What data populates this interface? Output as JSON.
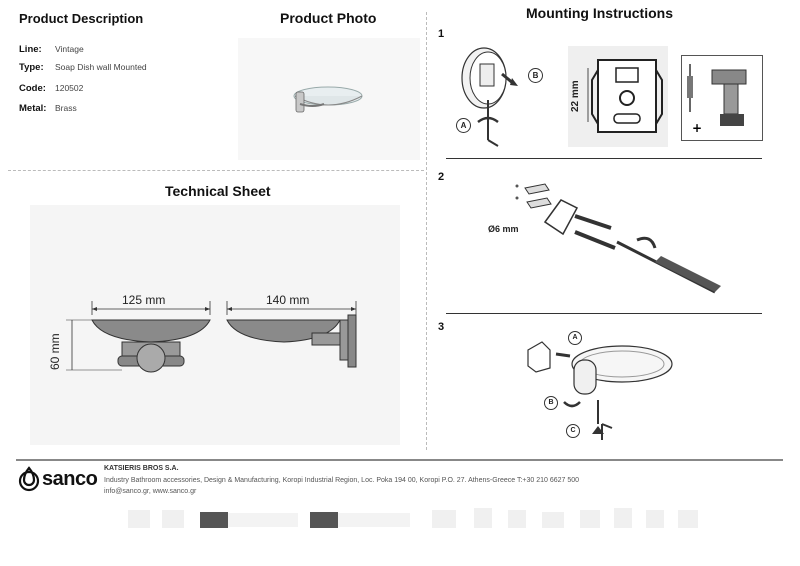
{
  "product_description": {
    "title": "Product Description",
    "specs": [
      {
        "label": "Line:",
        "value": "Vintage"
      },
      {
        "label": "Type:",
        "value": "Soap Dish wall Mounted"
      },
      {
        "label": "Code:",
        "value": "120502"
      },
      {
        "label": "Metal:",
        "value": "Brass"
      }
    ]
  },
  "product_photo": {
    "title": "Product Photo"
  },
  "technical_sheet": {
    "title": "Technical Sheet",
    "dim_width_front": "125 mm",
    "dim_width_side": "140 mm",
    "dim_height": "60 mm"
  },
  "mounting": {
    "title": "Mounting Instructions",
    "steps": [
      {
        "number": "1",
        "callouts": [
          "A",
          "B"
        ],
        "dimension": "22 mm"
      },
      {
        "number": "2",
        "dimension": "Ø6 mm"
      },
      {
        "number": "3",
        "callouts": [
          "A",
          "B",
          "C"
        ]
      }
    ]
  },
  "footer": {
    "logo_text": "sanco",
    "company": "KATSIERIS BROS S.A.",
    "address": "Industry Bathroom accessories, Design & Manufacturing, Koropi Industrial Region, Loc. Poka 194 00, Koropi P.O. 27. Athens-Greece   T:+30 210 6627 500",
    "contact": "info@sanco.gr, www.sanco.gr"
  },
  "colors": {
    "divider": "#999999",
    "text": "#222222",
    "panel_bg": "#f4f4f4"
  }
}
